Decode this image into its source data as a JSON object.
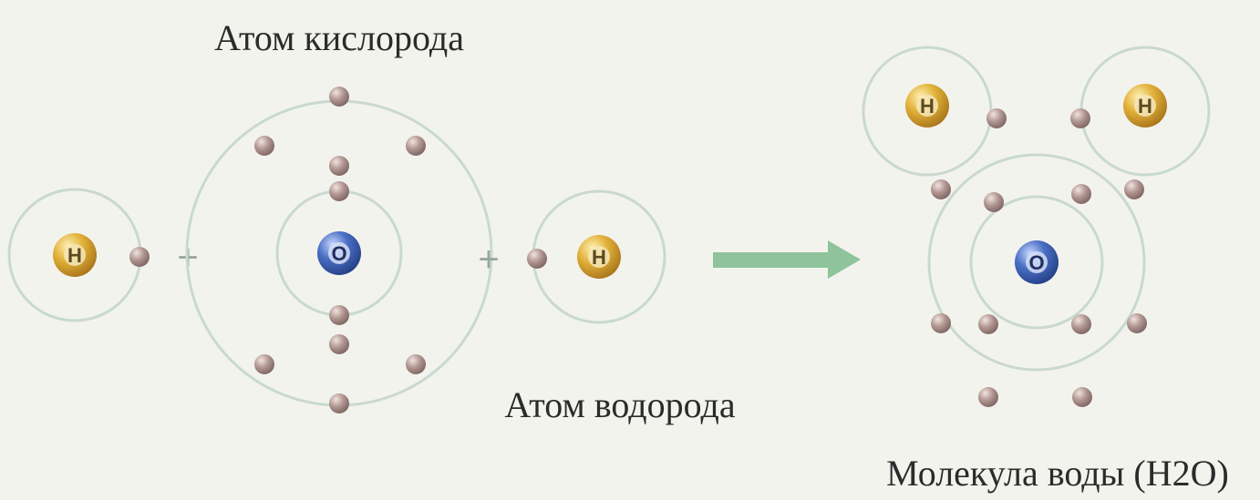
{
  "labels": {
    "oxygen_atom": "Атом кислорода",
    "hydrogen_atom": "Атом водорода",
    "water_molecule": "Молекула воды (H2O)"
  },
  "symbols": {
    "hydrogen": "H",
    "oxygen": "O",
    "plus": "+"
  },
  "colors": {
    "background": "#f3f3ee",
    "hydrogen_nucleus": "#d9a52a",
    "oxygen_nucleus": "#3f63b5",
    "electron": "#a88a86",
    "orbit": "#c9d9cf",
    "arrow": "#8fc39c"
  }
}
